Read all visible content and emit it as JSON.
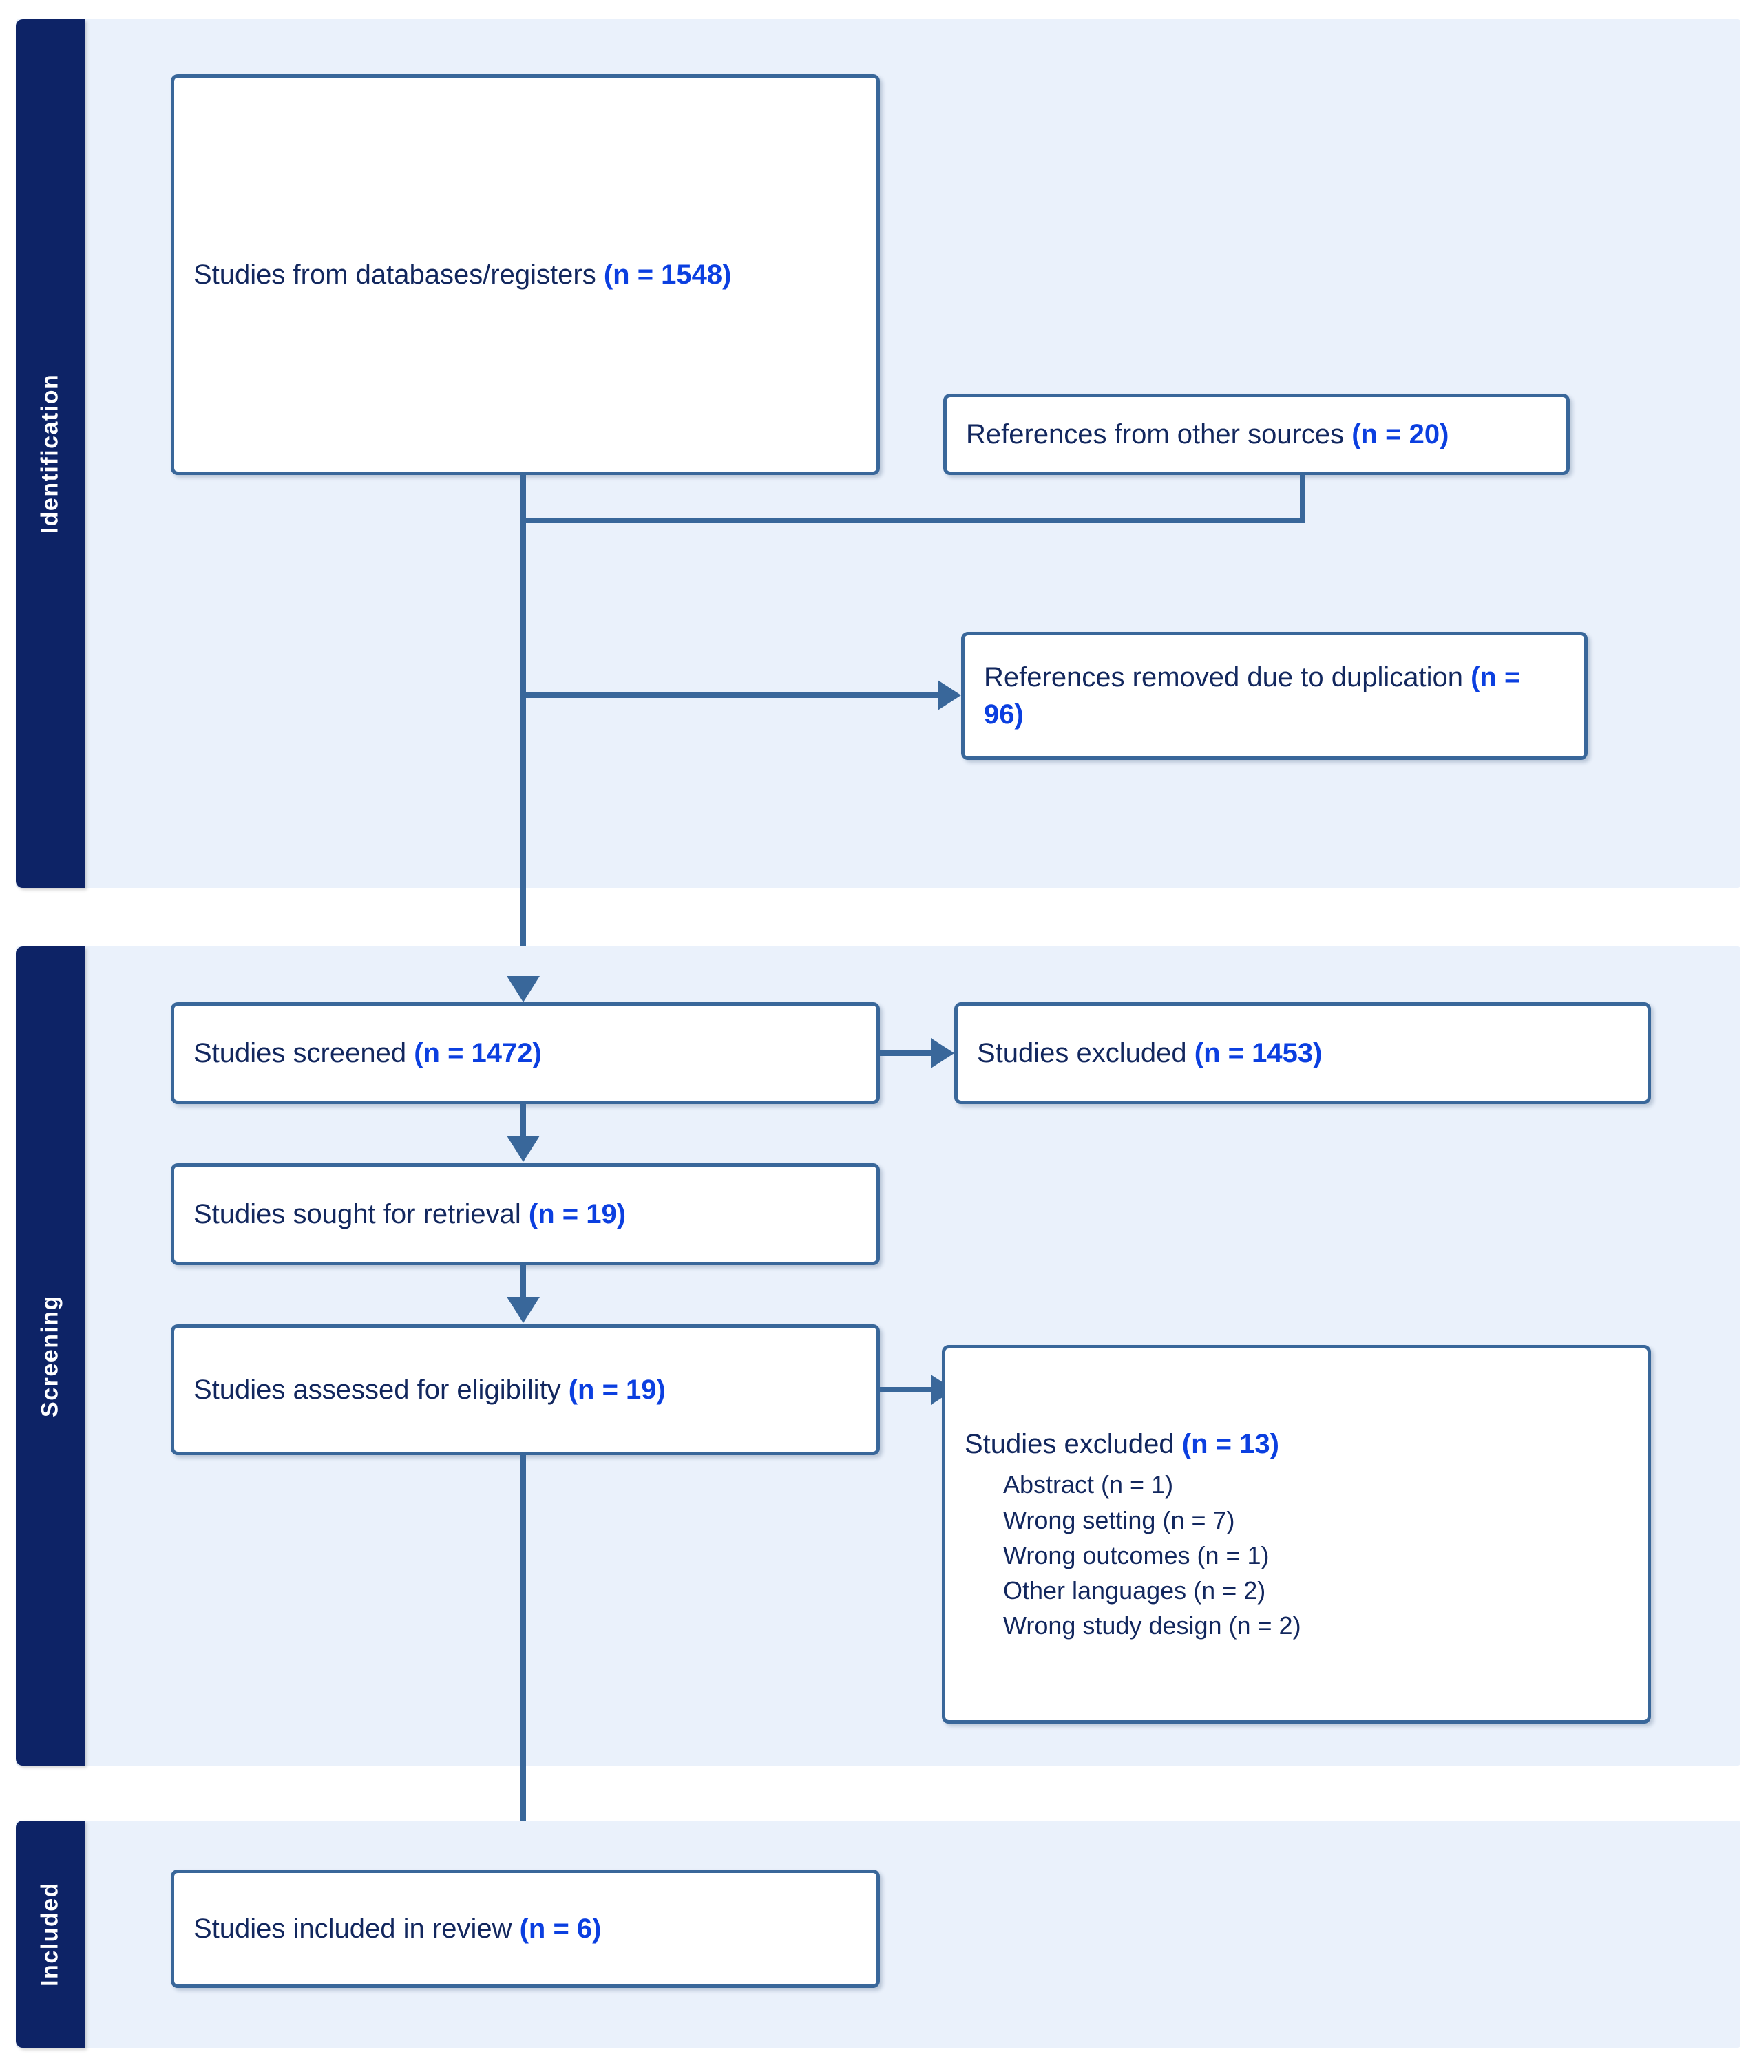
{
  "diagram": {
    "type": "prisma-flow-diagram",
    "accent_border_color": "#39679a",
    "stage_tab_color": "#0d2366",
    "panel_color": "#eaf1fb",
    "count_color": "#0b3fe0",
    "text_color": "#12275e"
  },
  "stages": [
    {
      "id": "identification",
      "label": "Identification"
    },
    {
      "id": "screening",
      "label": "Screening"
    },
    {
      "id": "included",
      "label": "Included"
    }
  ],
  "boxes": {
    "databases": {
      "label": "Studies from databases/registers ",
      "count": "(n = 1548)"
    },
    "other_sources": {
      "label": "References from other sources ",
      "count": "(n = 20)"
    },
    "duplicates_removed": {
      "label": "References removed due to duplication ",
      "count": "(n = 96)"
    },
    "screened": {
      "label": "Studies screened ",
      "count": "(n = 1472)"
    },
    "excluded_screening": {
      "label": "Studies excluded ",
      "count": "(n = 1453)"
    },
    "sought_retrieval": {
      "label": "Studies sought for retrieval ",
      "count": "(n = 19)"
    },
    "assessed_eligibility": {
      "label": "Studies assessed for eligibility ",
      "count": "(n = 19)"
    },
    "excluded_eligibility": {
      "label": "Studies excluded ",
      "count": "(n = 13)",
      "reasons": [
        "Abstract (n = 1)",
        "Wrong setting (n = 7)",
        "Wrong outcomes (n = 1)",
        "Other languages (n = 2)",
        "Wrong study design (n = 2)"
      ]
    },
    "included_review": {
      "label": "Studies included in review ",
      "count": "(n = 6)"
    }
  }
}
